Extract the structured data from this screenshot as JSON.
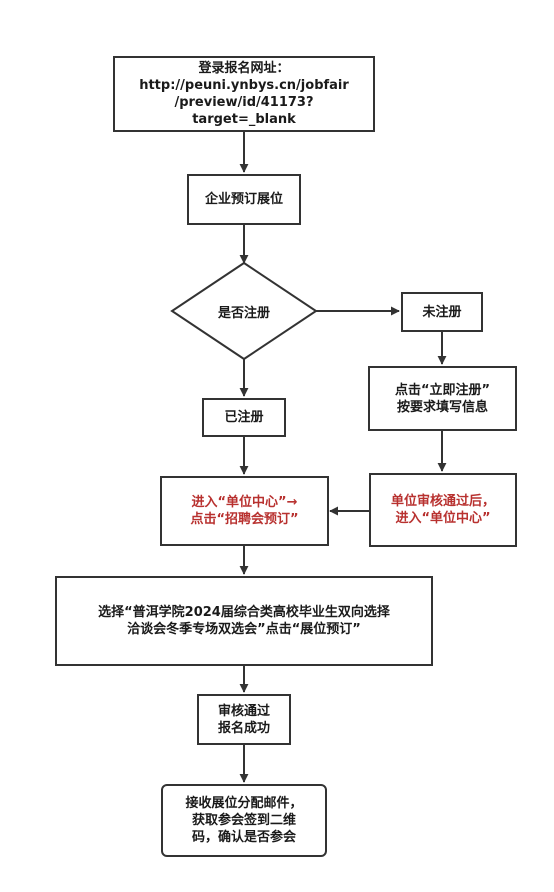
{
  "colors": {
    "line": "#333333",
    "text": "#1a1a1a",
    "highlight_text": "#b8312f"
  },
  "flowchart": {
    "register_url": {
      "lines": [
        "登录报名网址：",
        "http://peuni.ynbys.cn/jobfair",
        "/preview/id/41173?",
        "target=_blank"
      ]
    },
    "booking": {
      "label": "企业预订展位"
    },
    "decision": {
      "label": "是否注册"
    },
    "not_registered": {
      "label": "未注册"
    },
    "register_now": {
      "lines": [
        "点击“立即注册”",
        "按要求填写信息"
      ]
    },
    "registered": {
      "label": "已注册"
    },
    "after_review": {
      "lines": [
        "单位审核通过后，",
        "进入“单位中心”"
      ]
    },
    "enter_center": {
      "lines": [
        "进入“单位中心”→",
        "点击“招聘会预订”"
      ]
    },
    "select_fair": {
      "lines": [
        "选择“普洱学院2024届综合类高校毕业生双向选择",
        "洽谈会冬季专场双选会”点击“展位预订”"
      ]
    },
    "approved": {
      "lines": [
        "审核通过",
        "报名成功"
      ]
    },
    "final": {
      "lines": [
        "接收展位分配邮件，",
        "获取参会签到二维",
        "码，确认是否参会"
      ]
    }
  }
}
